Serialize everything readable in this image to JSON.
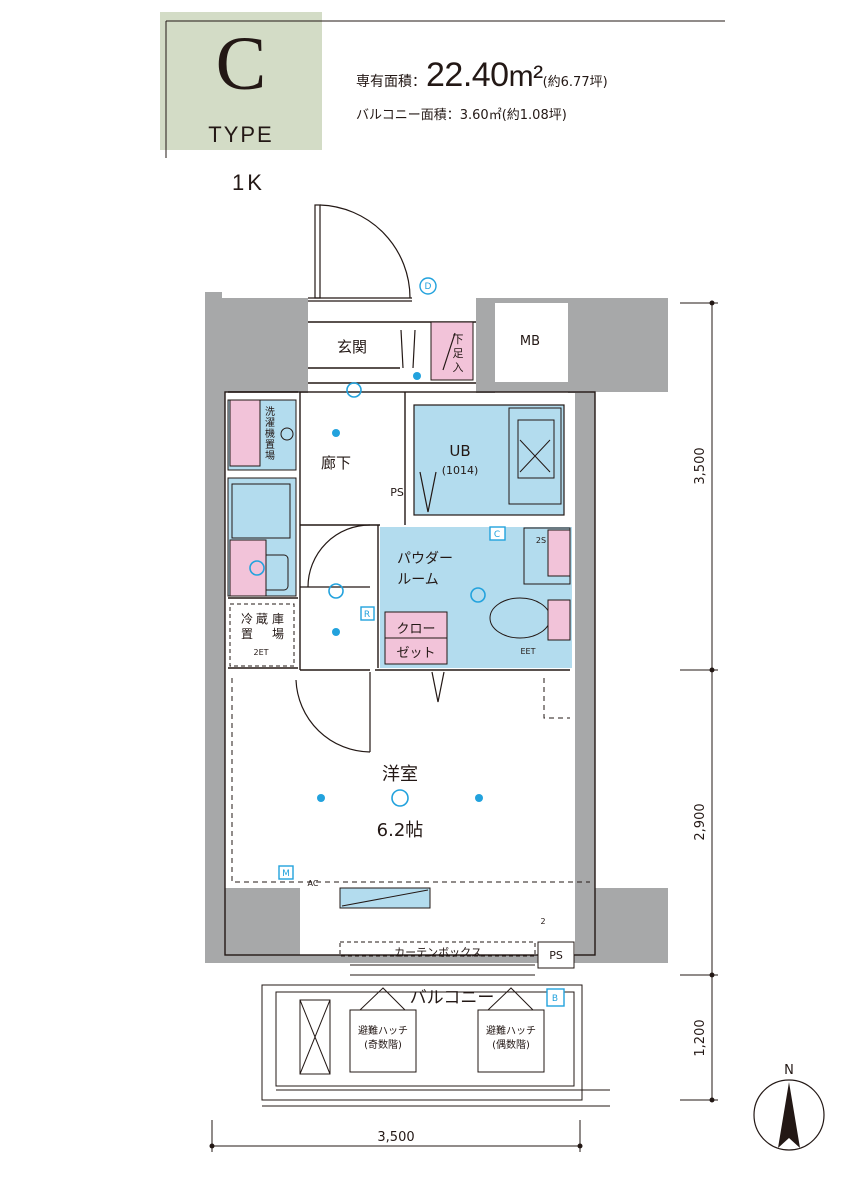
{
  "header": {
    "type_letter": "C",
    "type_word": "TYPE",
    "layout_name": "1K",
    "area_label": "専有面積：",
    "area_value": "22.40",
    "area_unit": "m²",
    "area_tsubo": "(約6.77坪)",
    "balcony_label": "バルコニー面積：",
    "balcony_value": "3.60㎡",
    "balcony_tsubo": "(約1.08坪)"
  },
  "rooms": {
    "entrance": "玄関",
    "shoe_box": [
      "下",
      "足",
      "入"
    ],
    "mb": "MB",
    "washer": [
      "洗",
      "濯",
      "機",
      "置",
      "場"
    ],
    "hallway": "廊下",
    "ps_upper": "PS",
    "ub": "UB",
    "ub_size": "(1014)",
    "powder": [
      "パウダー",
      "ルーム"
    ],
    "fridge": [
      "冷",
      "蔵",
      "庫",
      "置",
      "場"
    ],
    "closet": [
      "クロー",
      "ゼット"
    ],
    "western": "洋室",
    "western_size": "6.2帖",
    "curtain_box": "カーテンボックス",
    "ps_lower": "PS",
    "balcony": "バルコニー",
    "hatch_odd": [
      "避難ハッチ",
      "(奇数階)"
    ],
    "hatch_even": [
      "避難ハッチ",
      "(偶数階)"
    ]
  },
  "markers": {
    "d": "D",
    "c": "C",
    "r": "R",
    "m": "M",
    "b": "B",
    "ac": "AC",
    "eet": "EET",
    "two_et": "2ET",
    "two_s": "2S",
    "two": "2"
  },
  "dimensions": {
    "right_top": "3,500",
    "right_mid": "2,900",
    "right_bottom": "1,200",
    "bottom": "3,500"
  },
  "compass": "N",
  "colors": {
    "type_box": "#d3dcc6",
    "wall": "#a7a8a9",
    "wet_area": "#b3dcee",
    "pink": "#f2c3d9",
    "marker": "#22a2dd"
  }
}
